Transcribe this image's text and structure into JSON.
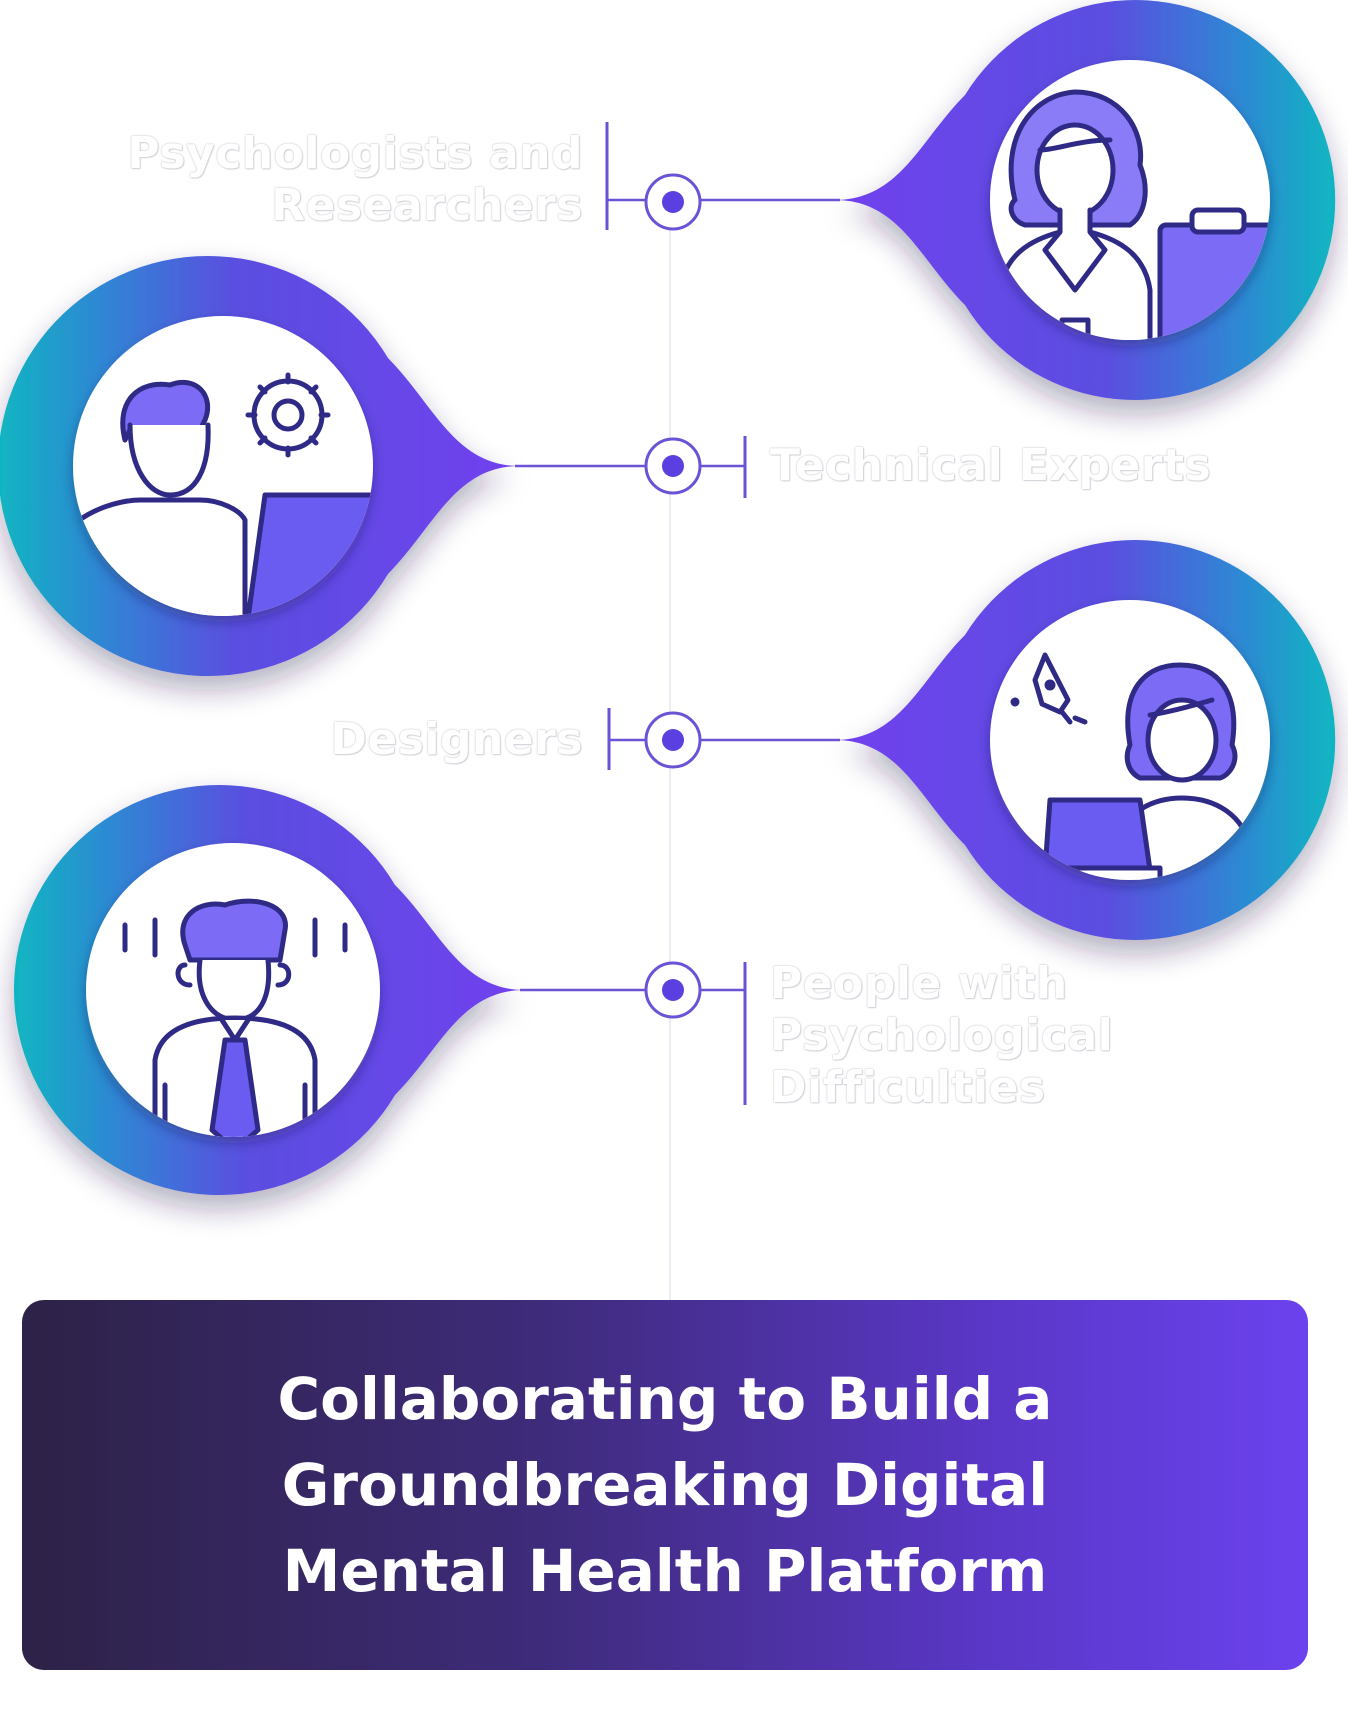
{
  "labels": {
    "researchers": [
      "Psychologists and",
      "Researchers"
    ],
    "technical": [
      "Technical Experts"
    ],
    "designers": [
      "Designers"
    ],
    "people": [
      "People with",
      "Psychological",
      "Difficulties"
    ]
  },
  "banner": {
    "title_lines": [
      "Collaborating to Build a",
      "Groundbreaking Digital",
      "Mental Health Platform"
    ]
  },
  "colors": {
    "accent_purple": "#6b47ee",
    "teal": "#12b3c4",
    "line": "#6b52d6",
    "icon_stroke": "#2e2a86",
    "icon_fill": "#7c6cf5"
  },
  "icons": [
    "doctor-clipboard-icon",
    "developer-laptop-gear-icon",
    "designer-pen-laptop-icon",
    "stressed-person-icon"
  ]
}
